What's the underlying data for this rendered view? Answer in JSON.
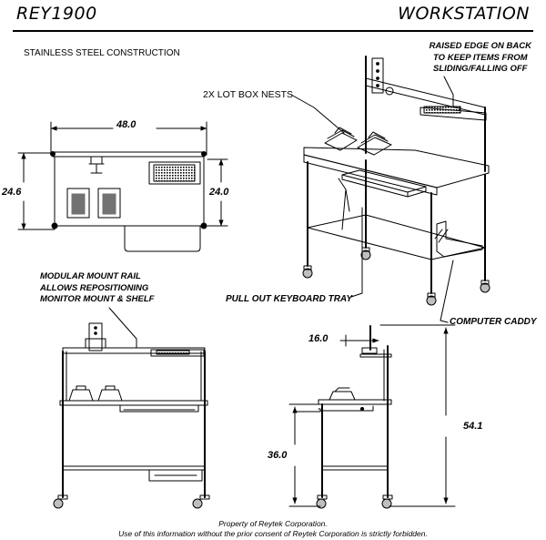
{
  "header": {
    "model": "REY1900",
    "title": "WORKSTATION"
  },
  "spec": "STAINLESS STEEL CONSTRUCTION",
  "callouts": {
    "lot_box": "2X LOT BOX NESTS",
    "raised_edge": [
      "RAISED EDGE ON BACK",
      "TO KEEP ITEMS FROM",
      "SLIDING/FALLING OFF"
    ],
    "mount_rail": [
      "MODULAR MOUNT RAIL",
      "ALLOWS REPOSITIONING",
      "MONITOR MOUNT & SHELF"
    ],
    "keyboard_tray": "PULL OUT KEYBOARD TRAY",
    "computer_caddy": "COMPUTER CADDY"
  },
  "dimensions": {
    "width": "48.0",
    "depth_left": "24.6",
    "depth_right": "24.0",
    "shelf_depth": "16.0",
    "work_height": "36.0",
    "overall_height": "54.1"
  },
  "footer": [
    "Property of Reytek Corporation.",
    "Use of this information without the prior consent of Reytek Corporation is strictly forbidden."
  ]
}
